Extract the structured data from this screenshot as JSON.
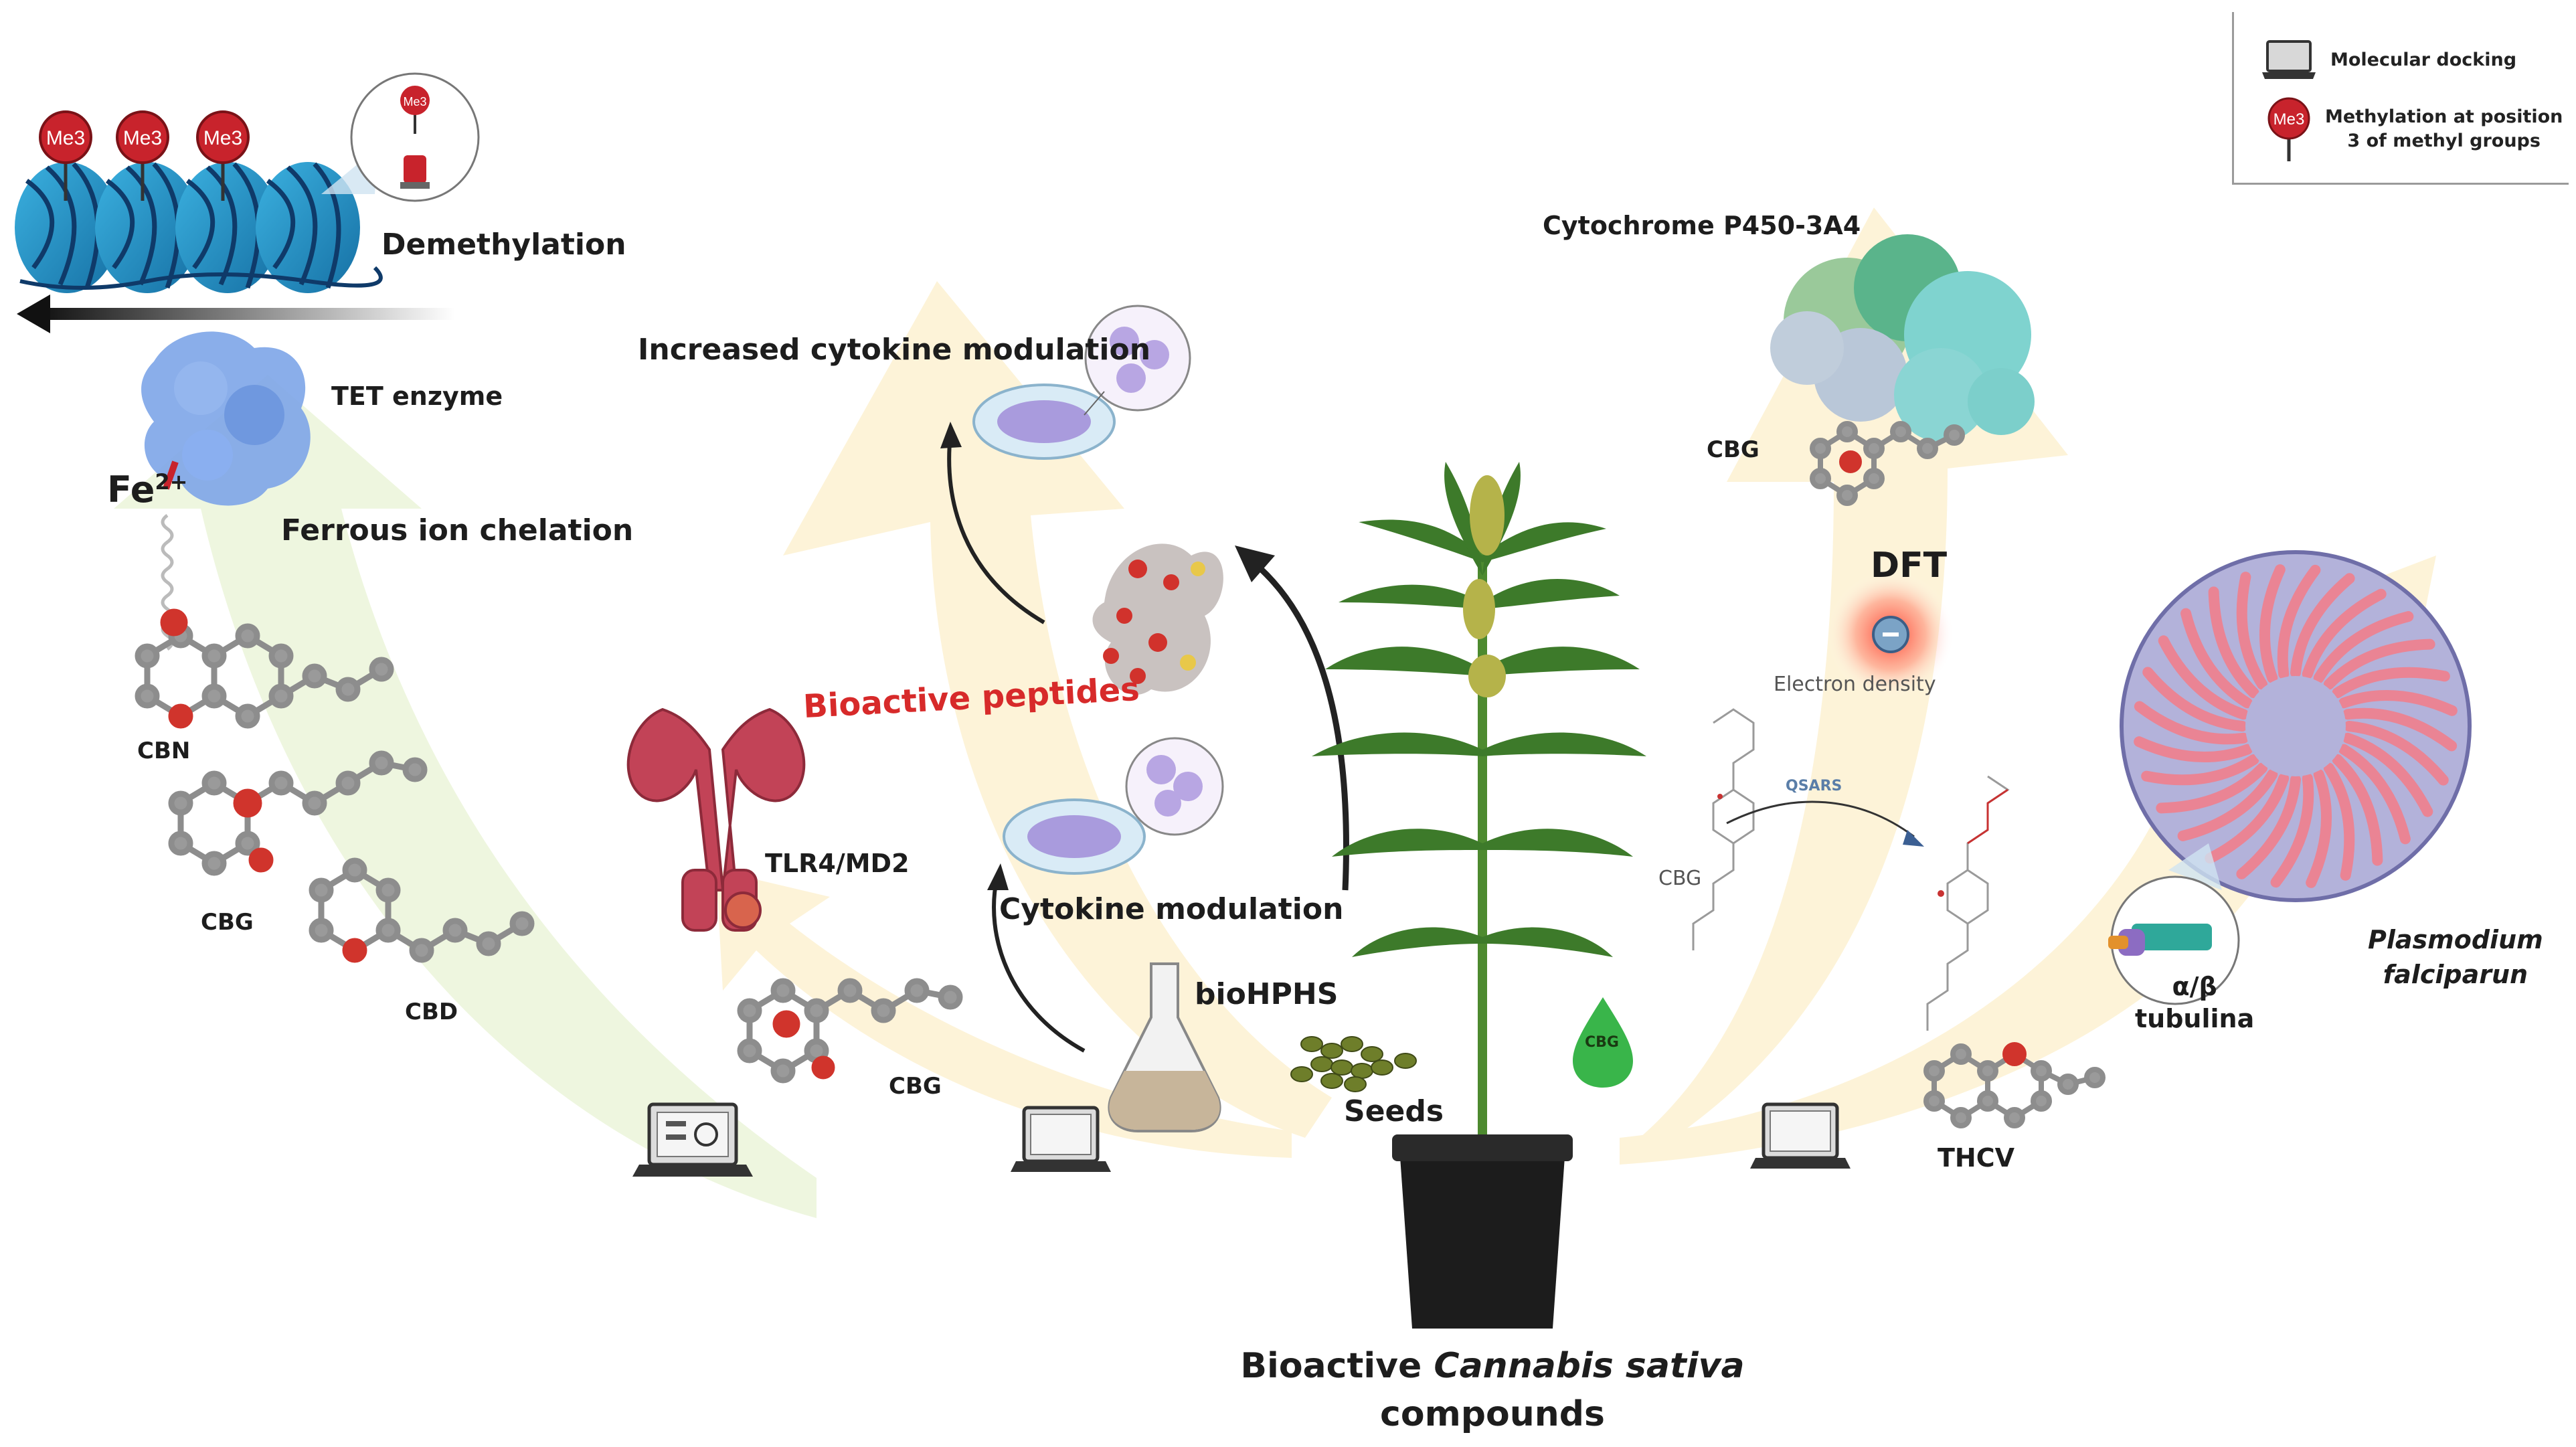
{
  "legend": {
    "docking_label": "Molecular docking",
    "methylation_label_line1": "Methylation at position",
    "methylation_label_line2": "3 of methyl groups",
    "me3_tag": "Me3"
  },
  "epigenetics": {
    "me3_tag": "Me3",
    "demethylation": "Demethylation",
    "tet_enzyme": "TET enzyme",
    "fe_ion": "Fe",
    "fe_charge": "2+",
    "chelation": "Ferrous ion chelation",
    "cbn": "CBN",
    "cbg": "CBG",
    "cbd": "CBD"
  },
  "immune": {
    "increased_cytokine": "Increased cytokine modulation",
    "bioactive_peptides": "Bioactive peptides",
    "tlr4": "TLR4/MD2",
    "cytokine_modulation": "Cytokine modulation",
    "biohphs": "bioHPHS",
    "cbg": "CBG",
    "seeds": "Seeds"
  },
  "cytochrome": {
    "title": "Cytochrome P450-3A4",
    "cbg_top": "CBG",
    "dft": "DFT",
    "electron_density": "Electron density",
    "qsars": "QSARS",
    "cbg_mid": "CBG",
    "drop_label": "CBG"
  },
  "malaria": {
    "plasmodium_line1": "Plasmodium",
    "plasmodium_line2": "falciparun",
    "tubulin_line1": "α/β",
    "tubulin_line2": "tubulina",
    "thcv": "THCV"
  },
  "center": {
    "title_line1_a": "Bioactive ",
    "title_line1_b": "Cannabis",
    "title_line1_c": " sativa",
    "title_line2": "compounds"
  },
  "colors": {
    "arrow_green": "#eef6df",
    "arrow_yellow": "#fdf3d8",
    "methyl_red": "#c8232c",
    "nucleosome_blue": "#1f86b8",
    "tlr_red": "#c24357",
    "plasmodium_blue": "#b3b2da",
    "plasmodium_pink": "#ea8494",
    "plant_green": "#3d7a2a",
    "pot_black": "#1c1c1c"
  }
}
